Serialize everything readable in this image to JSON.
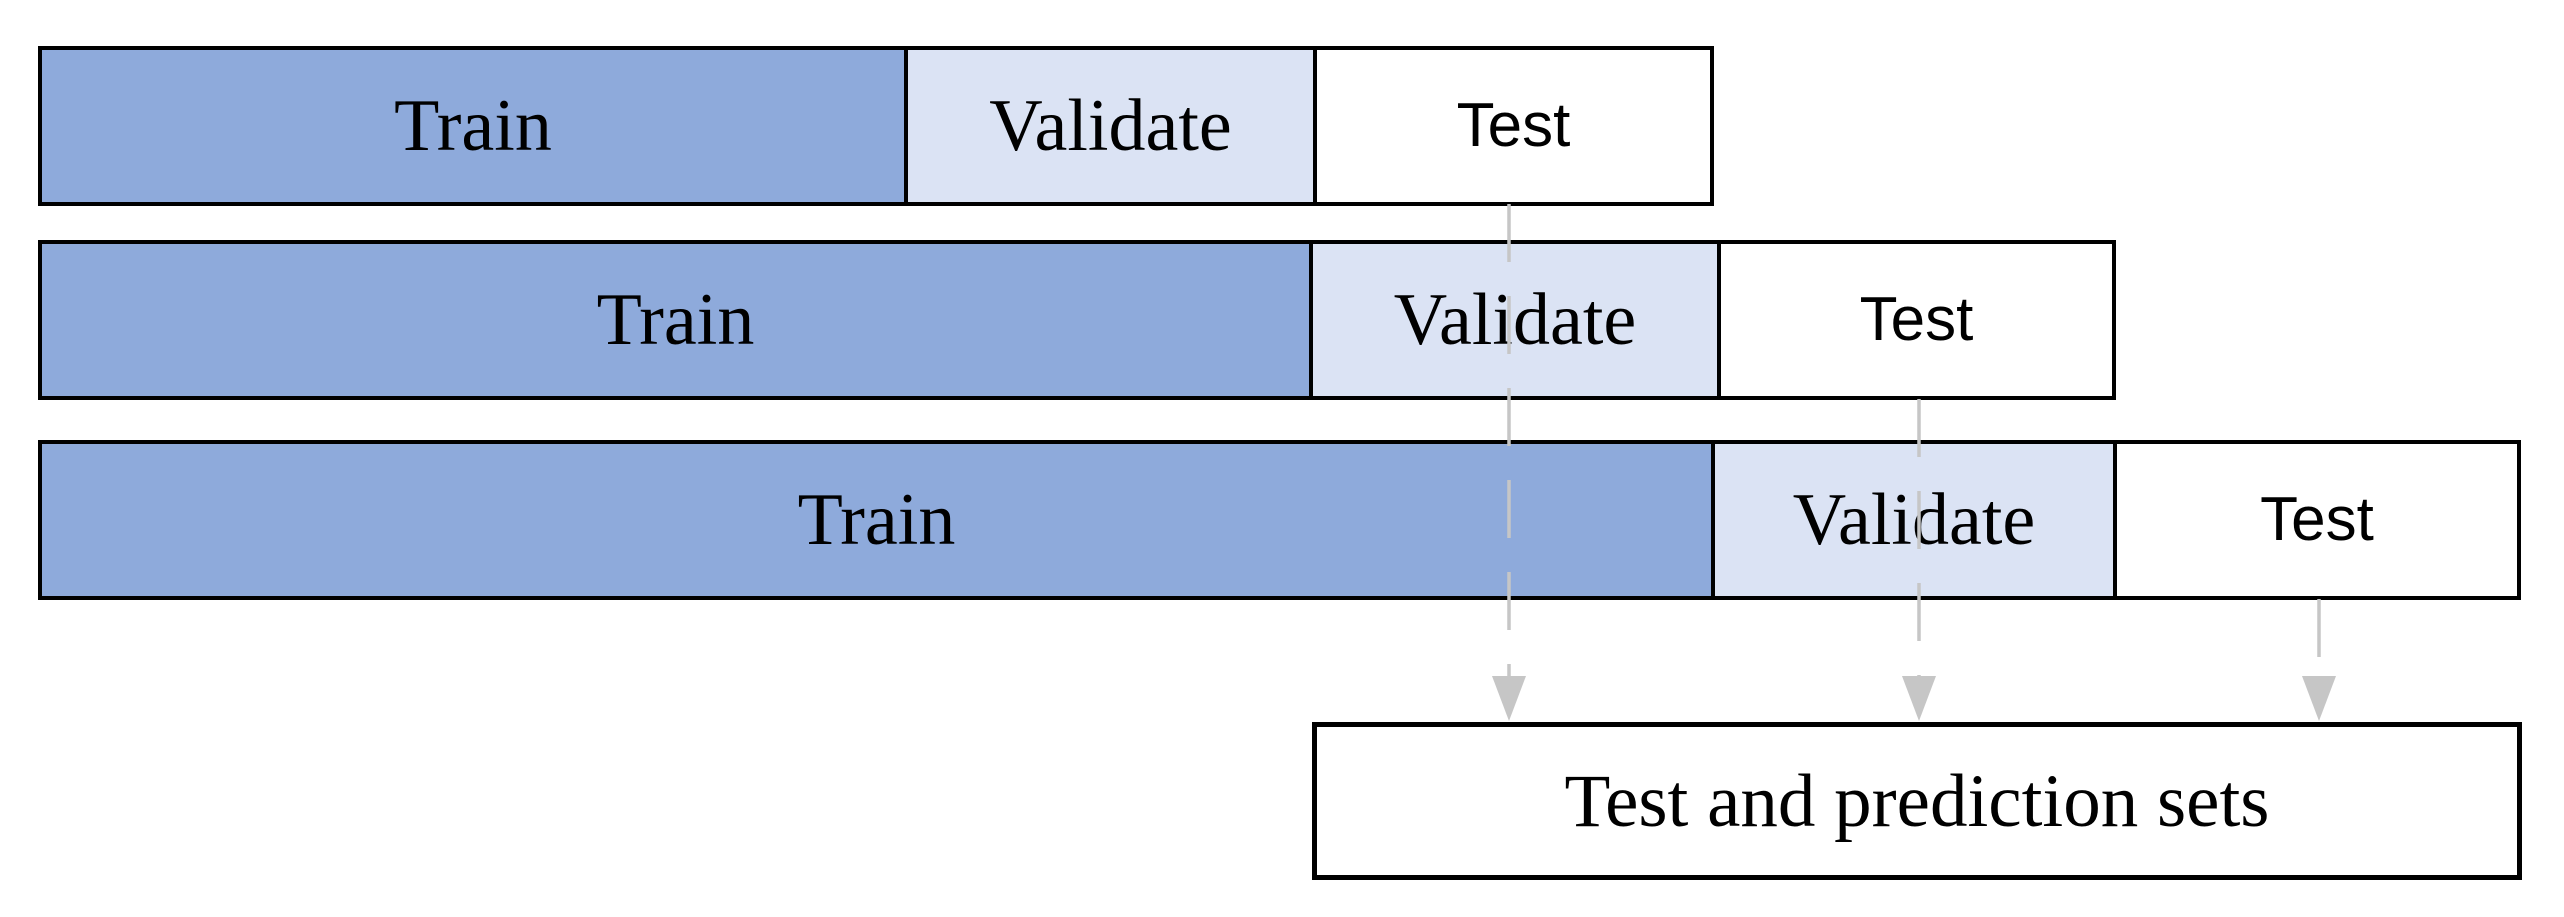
{
  "figure": {
    "kind": "walk-forward-cross-validation-diagram",
    "background": "#FFFFFF"
  },
  "colors": {
    "train_fill": "#8EAADB",
    "validate_fill": "#DBE3F4",
    "test_fill": "#FFFFFF",
    "border": "#000000",
    "text": "#000000",
    "arrow": "#C6C6C6"
  },
  "folds": [
    {
      "segments": [
        {
          "role": "train",
          "label": "Train"
        },
        {
          "role": "validate",
          "label": "Validate"
        },
        {
          "role": "test",
          "label": "Test"
        }
      ]
    },
    {
      "segments": [
        {
          "role": "train",
          "label": "Train"
        },
        {
          "role": "validate",
          "label": "Validate"
        },
        {
          "role": "test",
          "label": "Test"
        }
      ]
    },
    {
      "segments": [
        {
          "role": "train",
          "label": "Train"
        },
        {
          "role": "validate",
          "label": "Validate"
        },
        {
          "role": "test",
          "label": "Test"
        }
      ]
    }
  ],
  "output_box": {
    "label": "Test and prediction sets"
  },
  "arrows": [
    {
      "from": "fold-1-test",
      "to": "output-box",
      "style": "dashed"
    },
    {
      "from": "fold-2-test",
      "to": "output-box",
      "style": "dashed"
    },
    {
      "from": "fold-3-test",
      "to": "output-box",
      "style": "dashed"
    }
  ]
}
